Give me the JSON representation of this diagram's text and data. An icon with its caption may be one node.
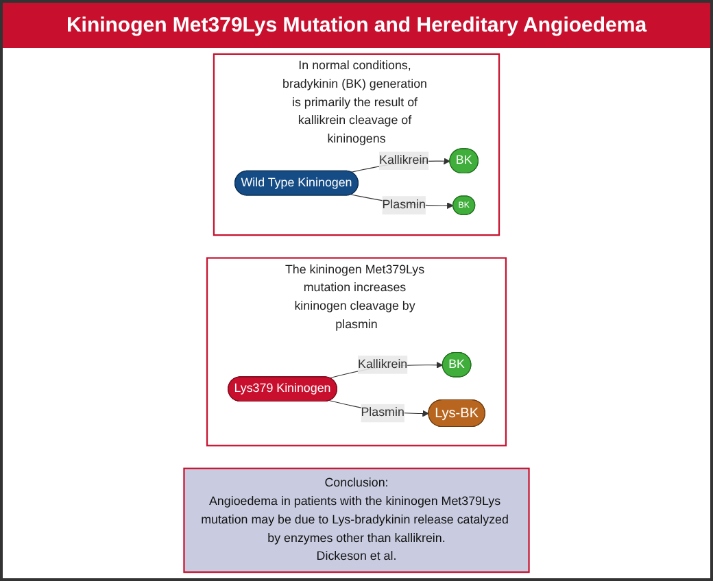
{
  "diagram": {
    "title": "Kininogen Met379Lys Mutation and Hereditary Angioedema",
    "nodes": [
      {
        "text": [
          "In normal conditions, bradykinin (BK) generation is primarily the result of kallikrein cleavage of kininogens"
        ]
      },
      {
        "text": [
          "Wild Type Kininogen"
        ],
        "in": 0
      },
      {
        "text": [
          "BK"
        ],
        "in": 0
      },
      {
        "text": [
          "BK"
        ],
        "in": 0
      },
      {
        "text": [
          "The kininogen Met379Lys mutation increases kininogen cleavage by plasmin"
        ]
      },
      {
        "text": [
          "Lys379 Kininogen"
        ],
        "in": 4
      },
      {
        "text": [
          "BK"
        ],
        "in": 4
      },
      {
        "text": [
          "Lys-BK"
        ],
        "in": 4
      },
      {
        "text": [
          "Conclusion:",
          "Angioedema in patients with the kininogen Met379Lys mutation may be due to Lys-bradykinin release catalyzed by enzymes other than kallikrein.",
          "Dickeson et al."
        ]
      }
    ],
    "edges": [
      {
        "from": 1,
        "to": 2,
        "arrow": "to",
        "label": "Kallikrein"
      },
      {
        "from": 1,
        "to": 3,
        "arrow": "to",
        "label": "Plasmin"
      },
      {
        "from": 5,
        "to": 6,
        "arrow": "to",
        "label": "Kallikrein"
      },
      {
        "from": 5,
        "to": 7,
        "arrow": "to",
        "label": "Plasmin"
      }
    ]
  }
}
